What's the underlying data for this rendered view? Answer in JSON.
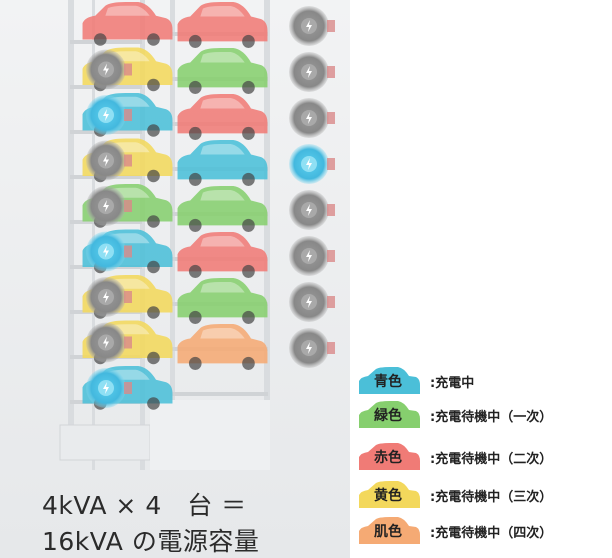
{
  "caption": {
    "line1": "4kVA × 4　台 ＝",
    "line2": "16kVA の電源容量"
  },
  "legend": [
    {
      "label": "青色",
      "desc": ":充電中",
      "color": "#4bbfd8"
    },
    {
      "label": "緑色",
      "desc": ":充電待機中（一次）",
      "color": "#86cf6e"
    },
    {
      "label": "赤色",
      "desc": ":充電待機中（二次）",
      "color": "#f07b76"
    },
    {
      "label": "黄色",
      "desc": ":充電待機中（三次）",
      "color": "#f3d85c"
    },
    {
      "label": "肌色",
      "desc": ":充電待機中（四次）",
      "color": "#f5aa74"
    }
  ],
  "colors": {
    "blue": "#4bbfd8",
    "green": "#86cf6e",
    "red": "#f07b76",
    "yellow": "#f3d85c",
    "skin": "#f5aa74",
    "idle_charger": "#8c8c8c",
    "frame": "#d9dcdf"
  },
  "icons": {
    "charger": "lightning-bolt-icon",
    "car": "car-icon"
  },
  "tower": {
    "left_column": [
      {
        "car": "red",
        "charger": "none"
      },
      {
        "car": "yellow",
        "charger": "idle"
      },
      {
        "car": "blue",
        "charger": "charging"
      },
      {
        "car": "yellow",
        "charger": "idle"
      },
      {
        "car": "green",
        "charger": "idle"
      },
      {
        "car": "blue",
        "charger": "charging"
      },
      {
        "car": "yellow",
        "charger": "idle"
      },
      {
        "car": "yellow",
        "charger": "idle"
      },
      {
        "car": "blue",
        "charger": "charging"
      }
    ],
    "right_column": [
      {
        "car": "red",
        "charger": "idle"
      },
      {
        "car": "green",
        "charger": "idle"
      },
      {
        "car": "red",
        "charger": "idle"
      },
      {
        "car": "blue",
        "charger": "charging"
      },
      {
        "car": "green",
        "charger": "idle"
      },
      {
        "car": "red",
        "charger": "idle"
      },
      {
        "car": "green",
        "charger": "idle"
      },
      {
        "car": "skin",
        "charger": "idle"
      }
    ]
  }
}
